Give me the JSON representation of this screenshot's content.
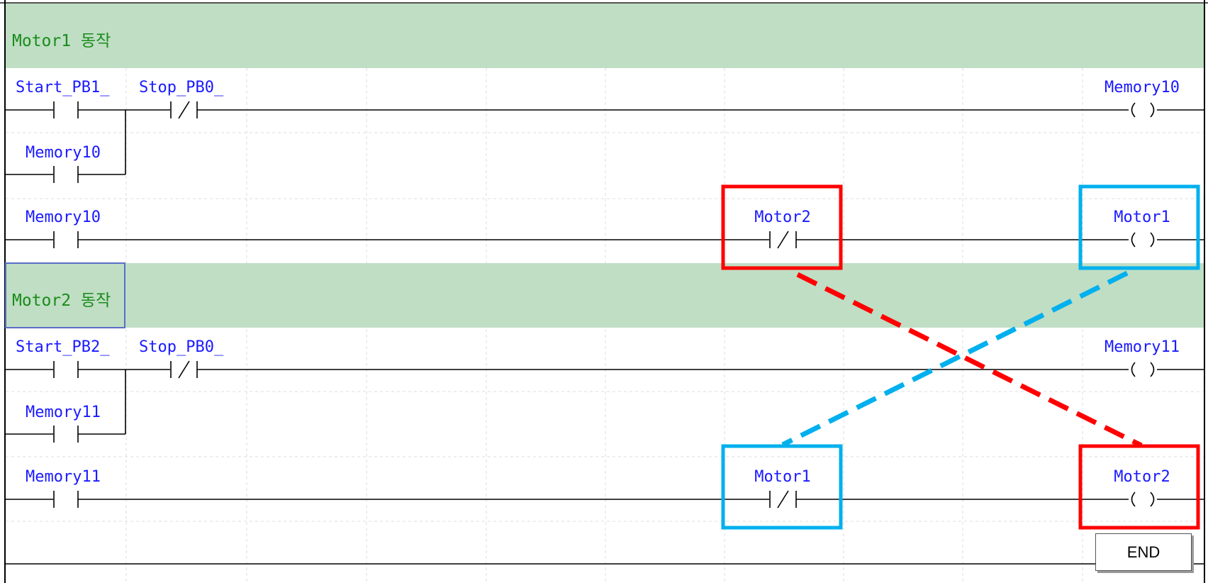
{
  "comments": [
    {
      "text": "Motor1 동작"
    },
    {
      "text": "Motor2 동작"
    }
  ],
  "rungs": [
    {
      "contacts": [
        {
          "label": "Start_PB1_",
          "type": "no"
        },
        {
          "label": "Stop_PB0_",
          "type": "nc"
        },
        {
          "label": "Memory10",
          "type": "no"
        }
      ],
      "coil": {
        "label": "Memory10"
      }
    },
    {
      "contacts": [
        {
          "label": "Memory10",
          "type": "no"
        },
        {
          "label": "Motor2",
          "type": "nc"
        }
      ],
      "coil": {
        "label": "Motor1"
      }
    },
    {
      "contacts": [
        {
          "label": "Start_PB2_",
          "type": "no"
        },
        {
          "label": "Stop_PB0_",
          "type": "nc"
        },
        {
          "label": "Memory11",
          "type": "no"
        }
      ],
      "coil": {
        "label": "Memory11"
      }
    },
    {
      "contacts": [
        {
          "label": "Memory11",
          "type": "no"
        },
        {
          "label": "Motor1",
          "type": "nc"
        }
      ],
      "coil": {
        "label": "Motor2"
      }
    }
  ],
  "end_label": "END",
  "colors": {
    "comment_bg": "#bfdec4",
    "comment_text": "#1a8c1a",
    "label": "#1a1aff",
    "highlight_red": "#ff0000",
    "highlight_blue": "#00b0ee",
    "grid": "#d8d8d8"
  },
  "icons": {
    "no_contact": "normally-open-contact-icon",
    "nc_contact": "normally-closed-contact-icon",
    "coil": "output-coil-icon"
  }
}
